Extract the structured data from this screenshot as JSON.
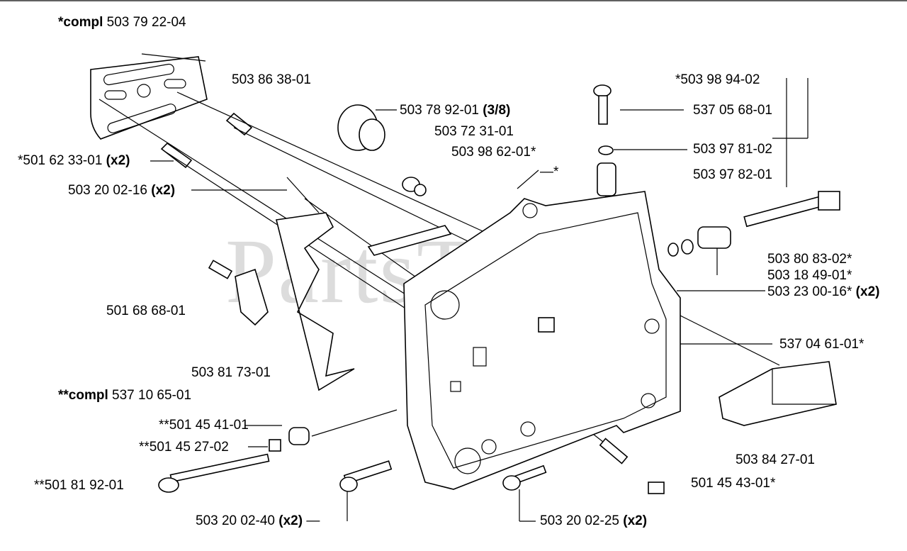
{
  "watermark": {
    "text": "PartsTree",
    "mark": "™"
  },
  "labels": {
    "compl_main": {
      "prefix": "*compl",
      "number": "503 79 22-04"
    },
    "bar_plate": {
      "number": "503 86 38-01"
    },
    "spacer": {
      "number": "*501 62 33-01",
      "qty": "(x2)"
    },
    "screw_16": {
      "number": "503 20 02-16",
      "qty": "(x2)"
    },
    "bracket": {
      "number": "501 68 68-01"
    },
    "guide_plate": {
      "number": "503 81 73-01"
    },
    "compl_sub": {
      "prefix": "**compl",
      "number": "537 10 65-01"
    },
    "nut": {
      "number": "**501 45 41-01"
    },
    "washer": {
      "number": "**501 45 27-02"
    },
    "tension_screw": {
      "number": "**501 81 92-01"
    },
    "screw_40": {
      "number": "503 20 02-40",
      "qty": "(x2)",
      "dash": "—"
    },
    "screw_25": {
      "number": "503 20 02-25",
      "qty": "(x2)"
    },
    "plug": {
      "number": "503 78 92-01",
      "qty": "(3/8)"
    },
    "rod": {
      "number": "503 72 31-01"
    },
    "pin": {
      "number": "503 98 62-01*"
    },
    "star": {
      "text": "—*"
    },
    "adjuster": {
      "number": "*503 98 94-02"
    },
    "adj_screw": {
      "number": "537 05 68-01"
    },
    "oring": {
      "number": "503 97 81-02"
    },
    "spring_1": {
      "number": "503 97 82-01"
    },
    "pump_1": {
      "number": "503 80 83-02*"
    },
    "pump_2": {
      "number": "503 18 49-01*"
    },
    "pump_3": {
      "number": "503 23 00-16*",
      "qty": "(x2)"
    },
    "valve": {
      "number": "537 04 61-01*"
    },
    "block": {
      "number": "503 84 27-01"
    },
    "bolt": {
      "number": "501 45 43-01*"
    }
  }
}
